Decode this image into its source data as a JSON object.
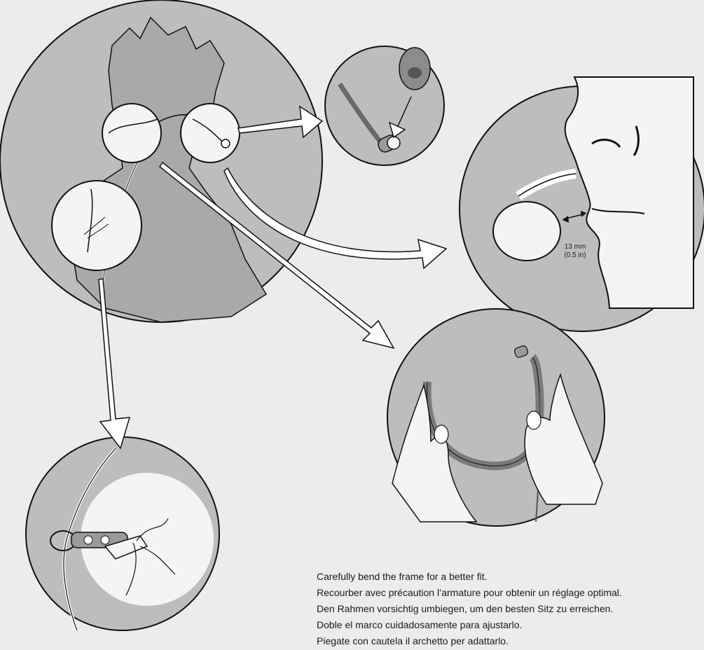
{
  "dimension": {
    "metric": "13 mm",
    "imperial": "(0.5 in)"
  },
  "instructions": {
    "en": "Carefully bend the frame for a better fit.",
    "fr": "Recourber avec précaution l’armature pour obtenir un réglage optimal.",
    "de": "Den Rahmen vorsichtig umbiegen, um den besten Sitz zu erreichen.",
    "es": "Doble el marco cuidadosamente para ajustarlo.",
    "it": "Piegate con cautela il archetto per adattarlo."
  },
  "colors": {
    "background": "#ececec",
    "circle_fill": "#bdbdbd",
    "silhouette": "#a9a9a9",
    "detail_fill": "#d6d6d6",
    "line": "#111111"
  }
}
